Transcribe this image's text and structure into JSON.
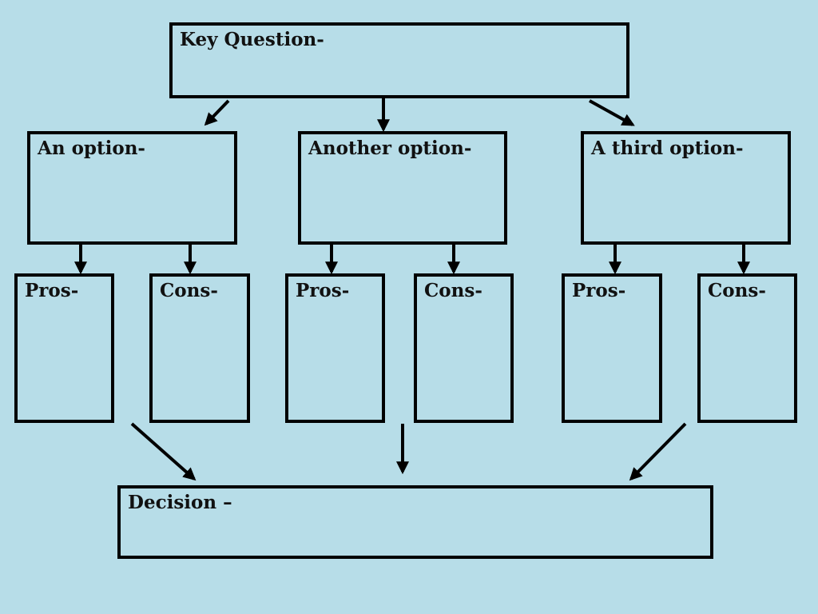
{
  "colors": {
    "background": "#b7dde8",
    "box_border": "#000000",
    "text": "#111111"
  },
  "key_question": {
    "label": "Key Question-"
  },
  "options": [
    {
      "label": "An option-",
      "pros_label": "Pros-",
      "cons_label": "Cons-"
    },
    {
      "label": "Another option-",
      "pros_label": "Pros-",
      "cons_label": "Cons-"
    },
    {
      "label": "A third option-",
      "pros_label": "Pros-",
      "cons_label": "Cons-"
    }
  ],
  "decision": {
    "label": "Decision –"
  }
}
